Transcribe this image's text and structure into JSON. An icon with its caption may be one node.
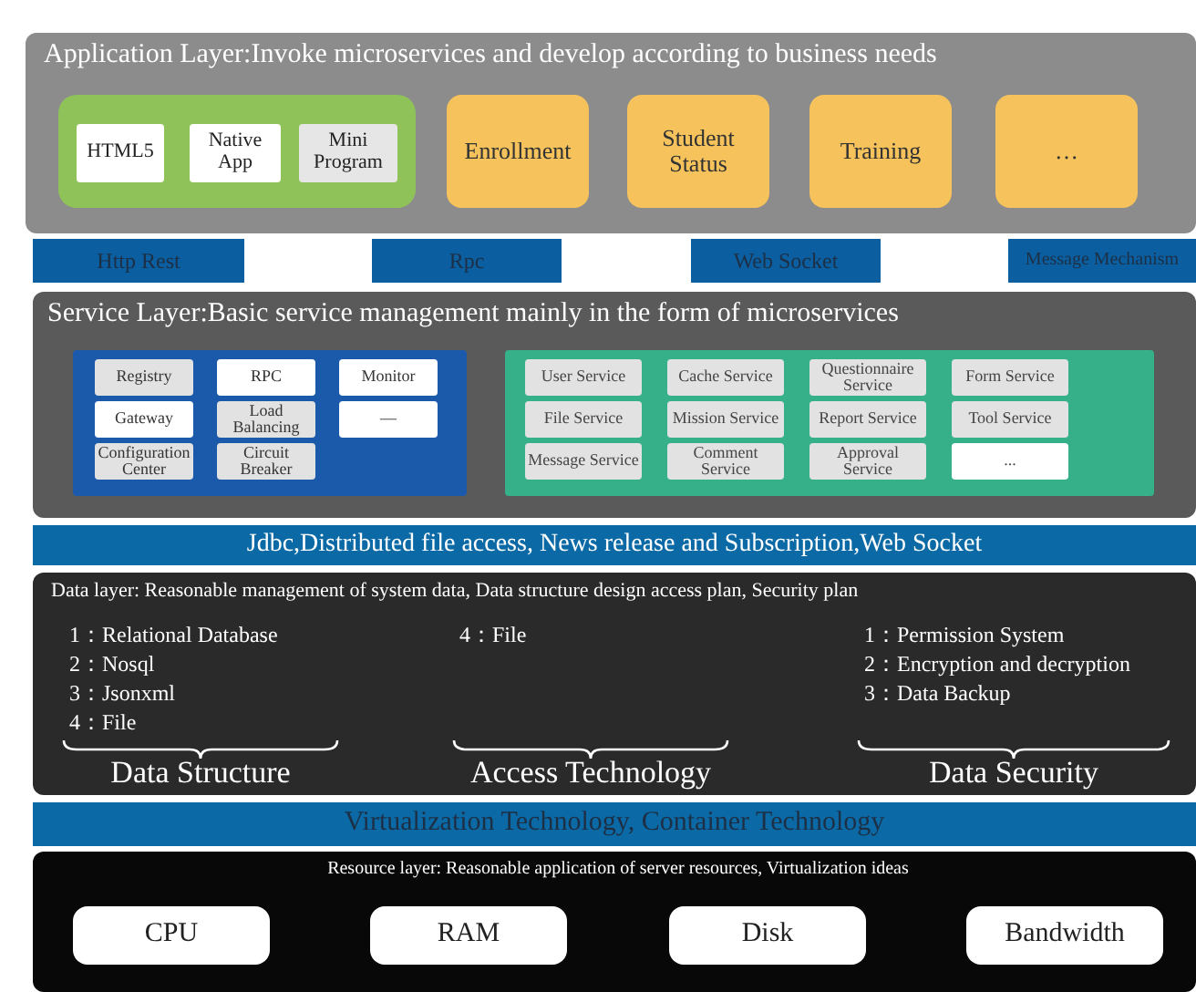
{
  "diagram": {
    "nodes": [
      {
        "text": [
          "Application Layer:Invoke microservices and develop according to business needs"
        ]
      },
      {
        "text": [],
        "shape": "box",
        "in": 0
      },
      {
        "text": [
          "HTML5"
        ],
        "in": 1
      },
      {
        "text": [
          "Native App"
        ],
        "in": 1
      },
      {
        "text": [
          "Mini Program"
        ],
        "in": 1
      },
      {
        "text": [
          "Enrollment"
        ],
        "in": 0
      },
      {
        "text": [
          "Student Status"
        ],
        "in": 0
      },
      {
        "text": [
          "Training"
        ],
        "in": 0
      },
      {
        "text": [
          "…"
        ],
        "in": 0
      },
      {
        "text": [
          "Http Rest"
        ]
      },
      {
        "text": [
          "Rpc"
        ]
      },
      {
        "text": [
          "Web Socket"
        ]
      },
      {
        "text": [
          "Message Mechanism"
        ]
      },
      {
        "text": [
          "Service Layer:Basic service management mainly in the form of microservices"
        ]
      },
      {
        "text": [],
        "shape": "box",
        "in": 13
      },
      {
        "text": [
          "Registry"
        ],
        "in": 14
      },
      {
        "text": [
          "RPC"
        ],
        "in": 14
      },
      {
        "text": [
          "Monitor"
        ],
        "in": 14
      },
      {
        "text": [
          "Gateway"
        ],
        "in": 14
      },
      {
        "text": [
          "Load Balancing"
        ],
        "in": 14
      },
      {
        "text": [
          "—"
        ],
        "in": 14
      },
      {
        "text": [
          "Configuration Center"
        ],
        "in": 14
      },
      {
        "text": [
          "Circuit Breaker"
        ],
        "in": 14
      },
      {
        "text": [],
        "shape": "box",
        "in": 13
      },
      {
        "text": [
          "User Service"
        ],
        "in": 23
      },
      {
        "text": [
          "Cache Service"
        ],
        "in": 23
      },
      {
        "text": [
          "Questionnaire Service"
        ],
        "in": 23
      },
      {
        "text": [
          "Form Service"
        ],
        "in": 23
      },
      {
        "text": [
          "File Service"
        ],
        "in": 23
      },
      {
        "text": [
          "Mission Service"
        ],
        "in": 23
      },
      {
        "text": [
          "Report Service"
        ],
        "in": 23
      },
      {
        "text": [
          "Tool Service"
        ],
        "in": 23
      },
      {
        "text": [
          "Message Service"
        ],
        "in": 23
      },
      {
        "text": [
          "Comment Service"
        ],
        "in": 23
      },
      {
        "text": [
          "Approval Service"
        ],
        "in": 23
      },
      {
        "text": [
          "..."
        ],
        "in": 23
      },
      {
        "text": [
          "Jdbc,Distributed file access, News release and Subscription,Web Socket"
        ]
      },
      {
        "text": [
          "Data layer: Reasonable management of system data, Data structure design access plan, Security plan"
        ]
      },
      {
        "text": [
          "1：Relational Database",
          "2：Nosql",
          "3：Jsonxml",
          "4：File",
          "Data Structure"
        ],
        "in": 37
      },
      {
        "text": [
          "4：File",
          "Access Technology"
        ],
        "in": 37
      },
      {
        "text": [
          "1：Permission System",
          "2：Encryption and decryption",
          "3：Data Backup",
          "Data Security"
        ],
        "in": 37
      },
      {
        "text": [
          "Virtualization Technology, Container Technology"
        ]
      },
      {
        "text": [
          "Resource layer: Reasonable application of server resources, Virtualization ideas"
        ]
      },
      {
        "text": [
          "CPU"
        ],
        "in": 42
      },
      {
        "text": [
          "RAM"
        ],
        "in": 42
      },
      {
        "text": [
          "Disk"
        ],
        "in": 42
      },
      {
        "text": [
          "Bandwidth"
        ],
        "in": 42
      }
    ]
  }
}
